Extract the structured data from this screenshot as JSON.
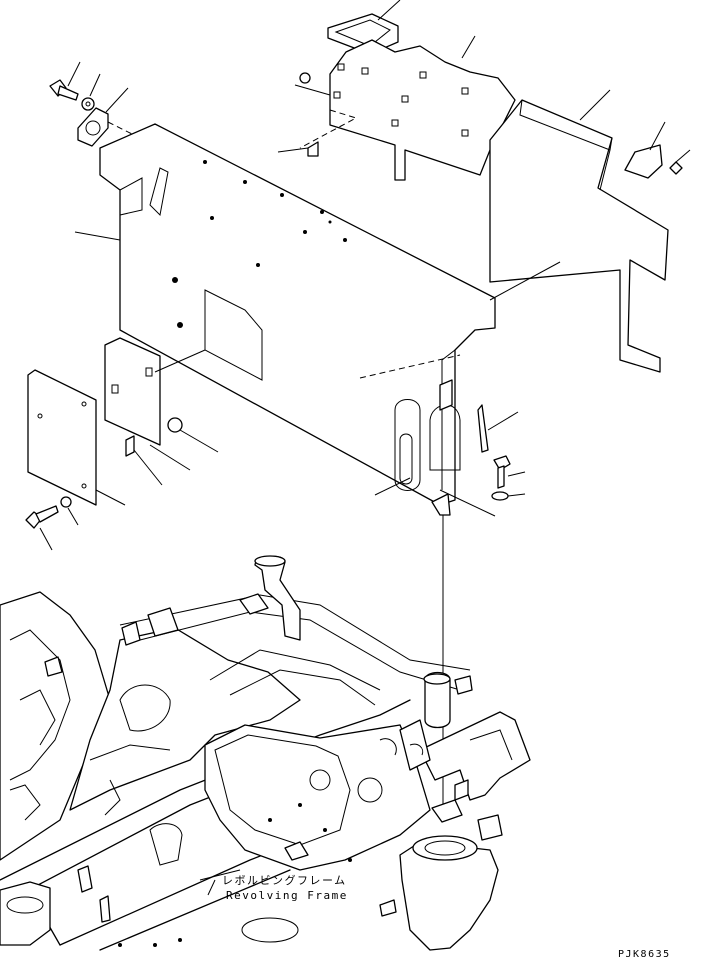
{
  "labels": {
    "frame_name_jp": "レボルビングフレーム",
    "frame_name_en": "Revolving Frame",
    "drawing_code": "PJK8635"
  }
}
